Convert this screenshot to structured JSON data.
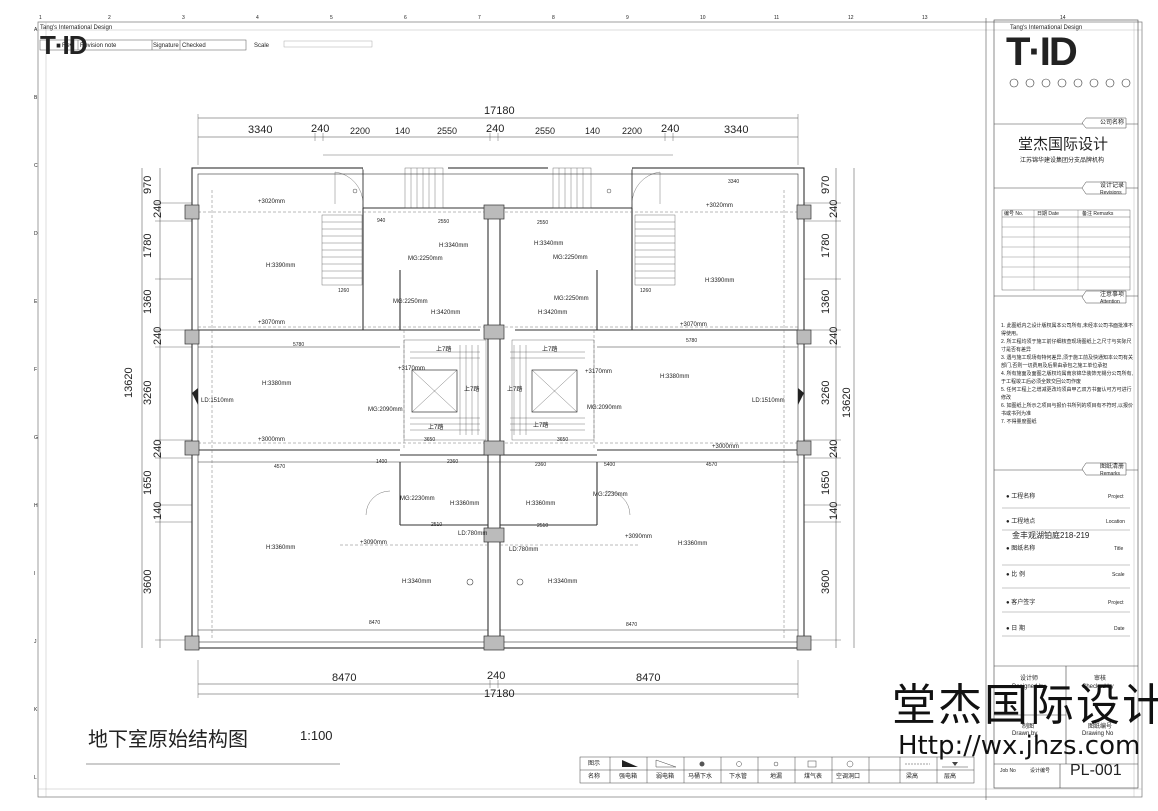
{
  "header": {
    "brand_subtitle": "Tang's International Design",
    "logo_text": "T·ID",
    "columns": [
      "Rev",
      "Revision note",
      "Signature",
      "Checked",
      "Scale"
    ]
  },
  "ruler": {
    "top": [
      "1",
      "2",
      "3",
      "4",
      "5",
      "6",
      "7",
      "8",
      "9",
      "10",
      "11",
      "12",
      "13",
      "14"
    ],
    "left": [
      "A",
      "B",
      "C",
      "D",
      "E",
      "F",
      "G",
      "H",
      "I",
      "J",
      "K",
      "L"
    ]
  },
  "title_block": {
    "brand_subtitle": "Tang's International Design",
    "logo_text": "T·ID",
    "company_label": "公司名称",
    "company_name": "堂杰国际设计",
    "company_sub": "江苏锦华建设集团分支品牌机构",
    "revision_label": "设计记录",
    "revision_label_en": "Revisions",
    "revision_columns": [
      "编号 No.",
      "日期 Date",
      "备注 Remarks"
    ],
    "attention_label": "注意事项",
    "attention_label_en": "Attention",
    "notes": [
      "1. 此图纸内之设计版权属本公司所有,未经本公司书面批准不得使用。",
      "2. 所工程均须于施工前仔细核查现场图纸上之尺寸与实际尺寸是否有差异",
      "3. 遇与施工现场有特何差异,须于施工前及快通知本公司有关部门,否则一切费用及后果由承包之施工单位承担",
      "4. 所有施面及面图之版权均属南京锦华装饰无锡分公司所有,于工程竣工后必须全数交回公司作废",
      "5. 任何工程上之增减更改均须由甲乙双方书面认可方可进行修改",
      "6. 如图纸上所示之项目与报价书所列的项目有不符时,以报价书或书列为准",
      "7. 不得量度图纸"
    ],
    "remarks_label": "图纸清册",
    "remarks_label_en": "Remarks",
    "fields": [
      {
        "label": "工程名称",
        "en": "Project",
        "value": ""
      },
      {
        "label": "工程地点",
        "en": "Location",
        "value": "金丰观湖铂庭218-219"
      },
      {
        "label": "图纸名称",
        "en": "Title",
        "value": ""
      },
      {
        "label": "比    例",
        "en": "Scale",
        "value": ""
      },
      {
        "label": "客户签字",
        "en": "Project",
        "value": ""
      },
      {
        "label": "日    期",
        "en": "Date",
        "value": ""
      }
    ],
    "designer": "设计师",
    "designer_en": "Designed by",
    "checker": "审核",
    "checker_en": "Checked by",
    "drawn": "制图",
    "drawn_en": "Drawn by",
    "drawing_no_label": "图纸编号",
    "drawing_no_en": "Drawing No",
    "job_no": "Job No",
    "job_no_cn": "设计编号",
    "sheet_id": "PL-001"
  },
  "watermark": {
    "name": "堂杰国际设计",
    "url": "Http://wx.jhzs.com"
  },
  "plan": {
    "title": "地下室原始结构图",
    "scale": "1:100",
    "top_total": "17180",
    "bottom_total": "17180",
    "top_dims_outer": [
      "3340",
      "240",
      "240",
      "240",
      "3340"
    ],
    "top_dims_inner": [
      "2200",
      "140",
      "2550",
      "2550",
      "140",
      "2200"
    ],
    "bottom_dims": [
      "8470",
      "240",
      "8470"
    ],
    "left_total": "13620",
    "right_total": "13620",
    "side_dims": [
      "970",
      "240",
      "1780",
      "1360",
      "240",
      "3260",
      "240",
      "1650",
      "140",
      "3600"
    ],
    "labels": [
      "+3020mm",
      "+3020mm",
      "+3070mm",
      "+3070mm",
      "+3000mm",
      "+3000mm",
      "+3090mm",
      "+3090mm",
      "+3170mm",
      "+3170mm",
      "H:3390mm",
      "H:3390mm",
      "H:3380mm",
      "H:3380mm",
      "H:3360mm",
      "H:3360mm",
      "H:3340mm",
      "H:3340mm",
      "H:3340mm",
      "H:3340mm",
      "H:3420mm",
      "H:3420mm",
      "H:3360mm",
      "H:3360mm",
      "MG:2250mm",
      "MG:2250mm",
      "MG:2250mm",
      "MG:2250mm",
      "MG:2090mm",
      "MG:2090mm",
      "MG:2230mm",
      "MG:2230mm",
      "LD:1510mm",
      "LD:1510mm",
      "LD:780mm",
      "LD:780mm",
      "上7踏",
      "上7踏",
      "上7踏",
      "上7踏",
      "上7踏",
      "上7踏",
      "5780",
      "5780",
      "4570",
      "4570",
      "8470",
      "8470",
      "2550",
      "2550",
      "2360",
      "2360",
      "2510",
      "2510",
      "3650",
      "3650",
      "1400",
      "5400",
      "940",
      "1260",
      "1260",
      "3340"
    ]
  },
  "legend": {
    "label_a": "图示",
    "label_b": "名称",
    "items": [
      "强电箱",
      "弱电箱",
      "马桶下水",
      "下水管",
      "地漏",
      "煤气表",
      "空调洞口",
      "梁高",
      "层高"
    ]
  }
}
